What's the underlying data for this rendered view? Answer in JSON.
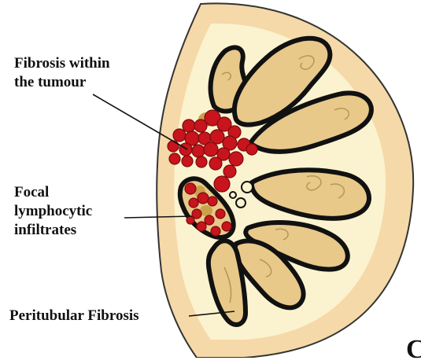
{
  "labels": {
    "fibrosis_line1": "Fibrosis within",
    "fibrosis_line2": "the tumour",
    "focal_line1": "Focal",
    "focal_line2": "lymphocytic",
    "focal_line3": "infiltrates",
    "peritubular": "Peritubular Fibrosis",
    "panel_letter": "C"
  },
  "colors": {
    "capsule": "#f5d9a8",
    "interstitium": "#fbf3cf",
    "tubule": "#e8c98a",
    "outline": "#111111",
    "cells": "#c8141c",
    "cell_edge": "#7a0b10",
    "fibrosis_patch": "#c9a24a"
  }
}
